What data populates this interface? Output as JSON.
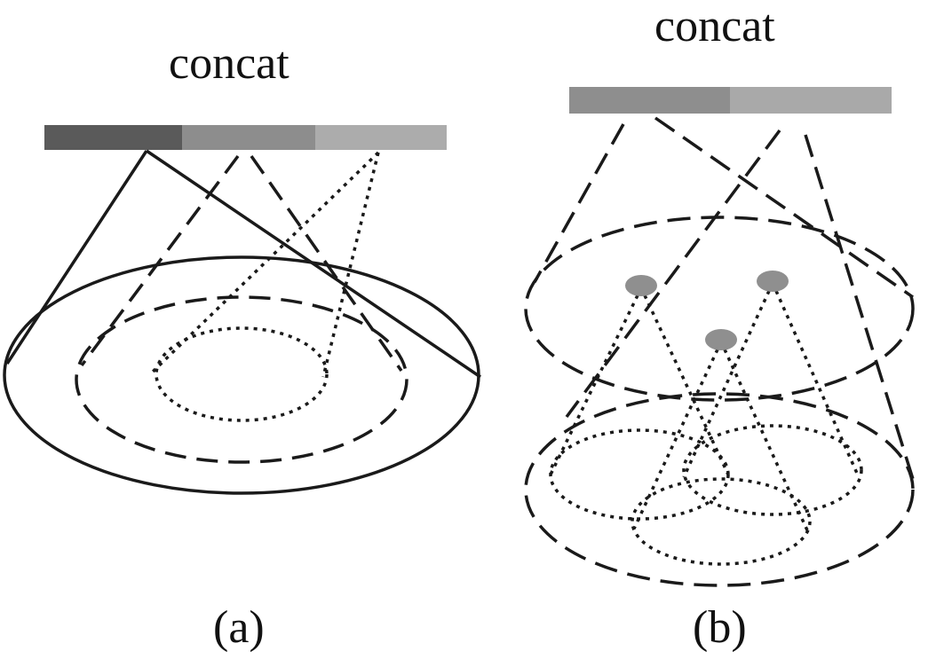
{
  "panel_a": {
    "title": "concat",
    "caption": "(a)",
    "bar_colors": [
      "#5a5a5a",
      "#8d8d8d",
      "#acacac"
    ]
  },
  "panel_b": {
    "title": "concat",
    "caption": "(b)",
    "bar_colors": [
      "#8e8e8e",
      "#a9a9a9"
    ],
    "node_color": "#8f8f8f"
  },
  "line_styles": {
    "stroke_color": "#1a1a1a"
  }
}
